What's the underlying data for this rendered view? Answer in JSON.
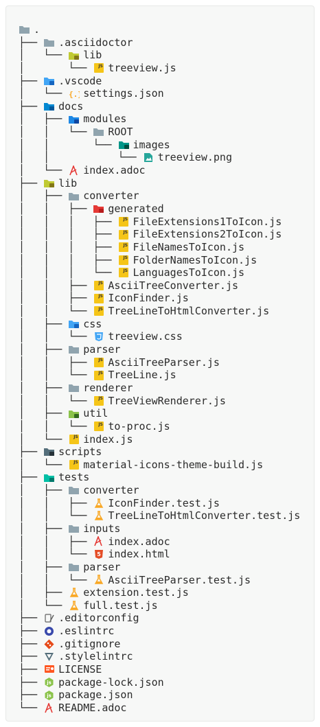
{
  "tree": {
    "root": ".",
    "items": [
      {
        "prefix": "├── ",
        "name": ".asciidoctor",
        "icon": "folder-gray-icon"
      },
      {
        "prefix": "│   └── ",
        "name": "lib",
        "icon": "folder-lib-icon"
      },
      {
        "prefix": "│       └── ",
        "name": "treeview.js",
        "icon": "js-icon"
      },
      {
        "prefix": "├── ",
        "name": ".vscode",
        "icon": "folder-vscode-icon"
      },
      {
        "prefix": "│   └── ",
        "name": "settings.json",
        "icon": "json-icon"
      },
      {
        "prefix": "├── ",
        "name": "docs",
        "icon": "folder-docs-icon"
      },
      {
        "prefix": "│   ├── ",
        "name": "modules",
        "icon": "folder-modules-icon"
      },
      {
        "prefix": "│   │   └── ",
        "name": "ROOT",
        "icon": "folder-gray-icon"
      },
      {
        "prefix": "│   │       └── ",
        "name": "images",
        "icon": "folder-images-icon"
      },
      {
        "prefix": "│   │           └── ",
        "name": "treeview.png",
        "icon": "image-icon"
      },
      {
        "prefix": "│   └── ",
        "name": "index.adoc",
        "icon": "asciidoc-icon"
      },
      {
        "prefix": "├── ",
        "name": "lib",
        "icon": "folder-lib-icon"
      },
      {
        "prefix": "│   ├── ",
        "name": "converter",
        "icon": "folder-gray-icon"
      },
      {
        "prefix": "│   │   ├── ",
        "name": "generated",
        "icon": "folder-generated-icon"
      },
      {
        "prefix": "│   │   │   ├── ",
        "name": "FileExtensions1ToIcon.js",
        "icon": "js-icon"
      },
      {
        "prefix": "│   │   │   ├── ",
        "name": "FileExtensions2ToIcon.js",
        "icon": "js-icon"
      },
      {
        "prefix": "│   │   │   ├── ",
        "name": "FileNamesToIcon.js",
        "icon": "js-icon"
      },
      {
        "prefix": "│   │   │   ├── ",
        "name": "FolderNamesToIcon.js",
        "icon": "js-icon"
      },
      {
        "prefix": "│   │   │   └── ",
        "name": "LanguagesToIcon.js",
        "icon": "js-icon"
      },
      {
        "prefix": "│   │   ├── ",
        "name": "AsciiTreeConverter.js",
        "icon": "js-icon"
      },
      {
        "prefix": "│   │   ├── ",
        "name": "IconFinder.js",
        "icon": "js-icon"
      },
      {
        "prefix": "│   │   └── ",
        "name": "TreeLineToHtmlConverter.js",
        "icon": "js-icon"
      },
      {
        "prefix": "│   ├── ",
        "name": "css",
        "icon": "folder-css-icon"
      },
      {
        "prefix": "│   │   └── ",
        "name": "treeview.css",
        "icon": "css-icon"
      },
      {
        "prefix": "│   ├── ",
        "name": "parser",
        "icon": "folder-gray-icon"
      },
      {
        "prefix": "│   │   ├── ",
        "name": "AsciiTreeParser.js",
        "icon": "js-icon"
      },
      {
        "prefix": "│   │   └── ",
        "name": "TreeLine.js",
        "icon": "js-icon"
      },
      {
        "prefix": "│   ├── ",
        "name": "renderer",
        "icon": "folder-gray-icon"
      },
      {
        "prefix": "│   │   └── ",
        "name": "TreeViewRenderer.js",
        "icon": "js-icon"
      },
      {
        "prefix": "│   ├── ",
        "name": "util",
        "icon": "folder-util-icon"
      },
      {
        "prefix": "│   │   └── ",
        "name": "to-proc.js",
        "icon": "js-icon"
      },
      {
        "prefix": "│   └── ",
        "name": "index.js",
        "icon": "js-icon"
      },
      {
        "prefix": "├── ",
        "name": "scripts",
        "icon": "folder-scripts-icon"
      },
      {
        "prefix": "│   └── ",
        "name": "material-icons-theme-build.js",
        "icon": "js-icon"
      },
      {
        "prefix": "├── ",
        "name": "tests",
        "icon": "folder-tests-icon"
      },
      {
        "prefix": "│   ├── ",
        "name": "converter",
        "icon": "folder-gray-icon"
      },
      {
        "prefix": "│   │   ├── ",
        "name": "IconFinder.test.js",
        "icon": "test-icon"
      },
      {
        "prefix": "│   │   └── ",
        "name": "TreeLineToHtmlConverter.test.js",
        "icon": "test-icon"
      },
      {
        "prefix": "│   ├── ",
        "name": "inputs",
        "icon": "folder-gray-icon"
      },
      {
        "prefix": "│   │   ├── ",
        "name": "index.adoc",
        "icon": "asciidoc-icon"
      },
      {
        "prefix": "│   │   └── ",
        "name": "index.html",
        "icon": "html-icon"
      },
      {
        "prefix": "│   ├── ",
        "name": "parser",
        "icon": "folder-gray-icon"
      },
      {
        "prefix": "│   │   └── ",
        "name": "AsciiTreeParser.test.js",
        "icon": "test-icon"
      },
      {
        "prefix": "│   ├── ",
        "name": "extension.test.js",
        "icon": "test-icon"
      },
      {
        "prefix": "│   └── ",
        "name": "full.test.js",
        "icon": "test-icon"
      },
      {
        "prefix": "├── ",
        "name": ".editorconfig",
        "icon": "editorconfig-icon"
      },
      {
        "prefix": "├── ",
        "name": ".eslintrc",
        "icon": "eslint-icon"
      },
      {
        "prefix": "├── ",
        "name": ".gitignore",
        "icon": "git-icon"
      },
      {
        "prefix": "├── ",
        "name": ".stylelintrc",
        "icon": "stylelint-icon"
      },
      {
        "prefix": "├── ",
        "name": "LICENSE",
        "icon": "license-icon"
      },
      {
        "prefix": "├── ",
        "name": "package-lock.json",
        "icon": "nodejs-icon"
      },
      {
        "prefix": "├── ",
        "name": "package.json",
        "icon": "nodejs-icon"
      },
      {
        "prefix": "└── ",
        "name": "README.adoc",
        "icon": "asciidoc-icon"
      }
    ]
  }
}
